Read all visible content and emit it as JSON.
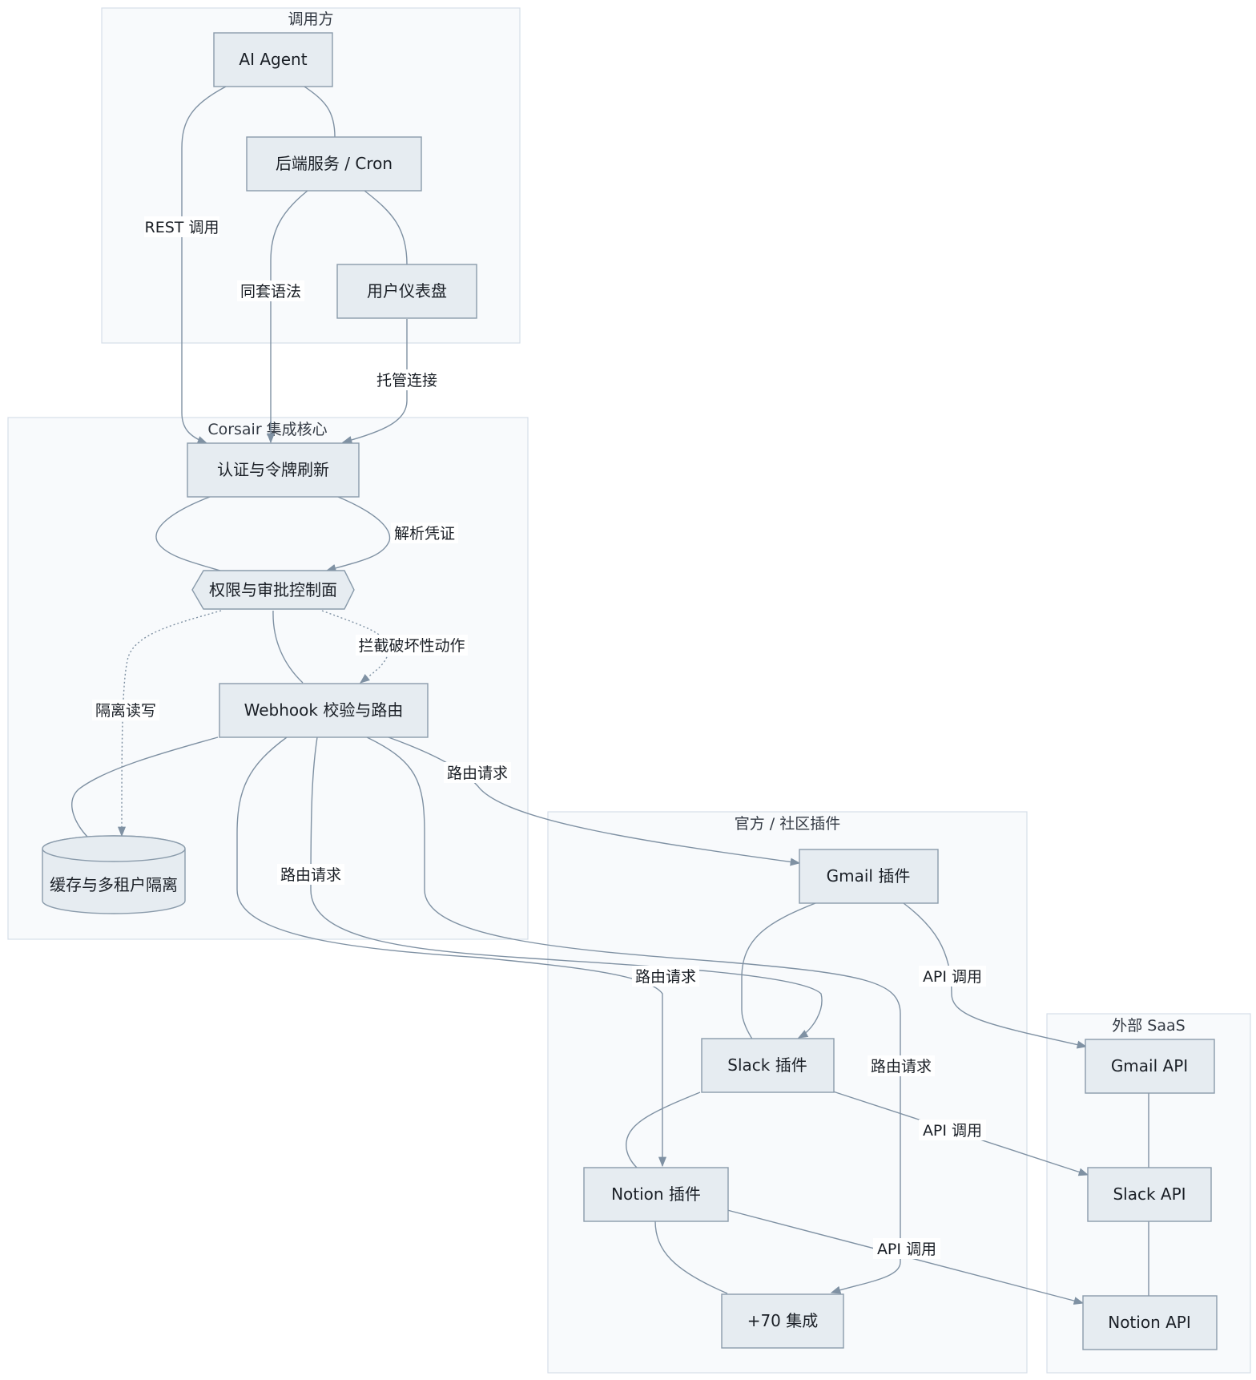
{
  "clusters": {
    "callers": "调用方",
    "core": "Corsair 集成核心",
    "plugins": "官方 / 社区插件",
    "saas": "外部 SaaS"
  },
  "nodes": {
    "ai_agent": "AI Agent",
    "backend": "后端服务 / Cron",
    "dashboard": "用户仪表盘",
    "auth": "认证与令牌刷新",
    "permission": "权限与审批控制面",
    "webhook": "Webhook 校验与路由",
    "cache": "缓存与多租户隔离",
    "gmail_plugin": "Gmail 插件",
    "slack_plugin": "Slack 插件",
    "notion_plugin": "Notion 插件",
    "more": "+70 集成",
    "gmail_api": "Gmail API",
    "slack_api": "Slack API",
    "notion_api": "Notion API"
  },
  "edge_labels": {
    "rest_call": "REST 调用",
    "same_syntax": "同套语法",
    "managed_conn": "托管连接",
    "parse_cred": "解析凭证",
    "block_destructive": "拦截破坏性动作",
    "isolate_rw": "隔离读写",
    "route_1": "路由请求",
    "route_2": "路由请求",
    "route_3": "路由请求",
    "route_4": "路由请求",
    "api_call_gmail": "API 调用",
    "api_call_slack": "API 调用",
    "api_call_notion": "API 调用"
  }
}
